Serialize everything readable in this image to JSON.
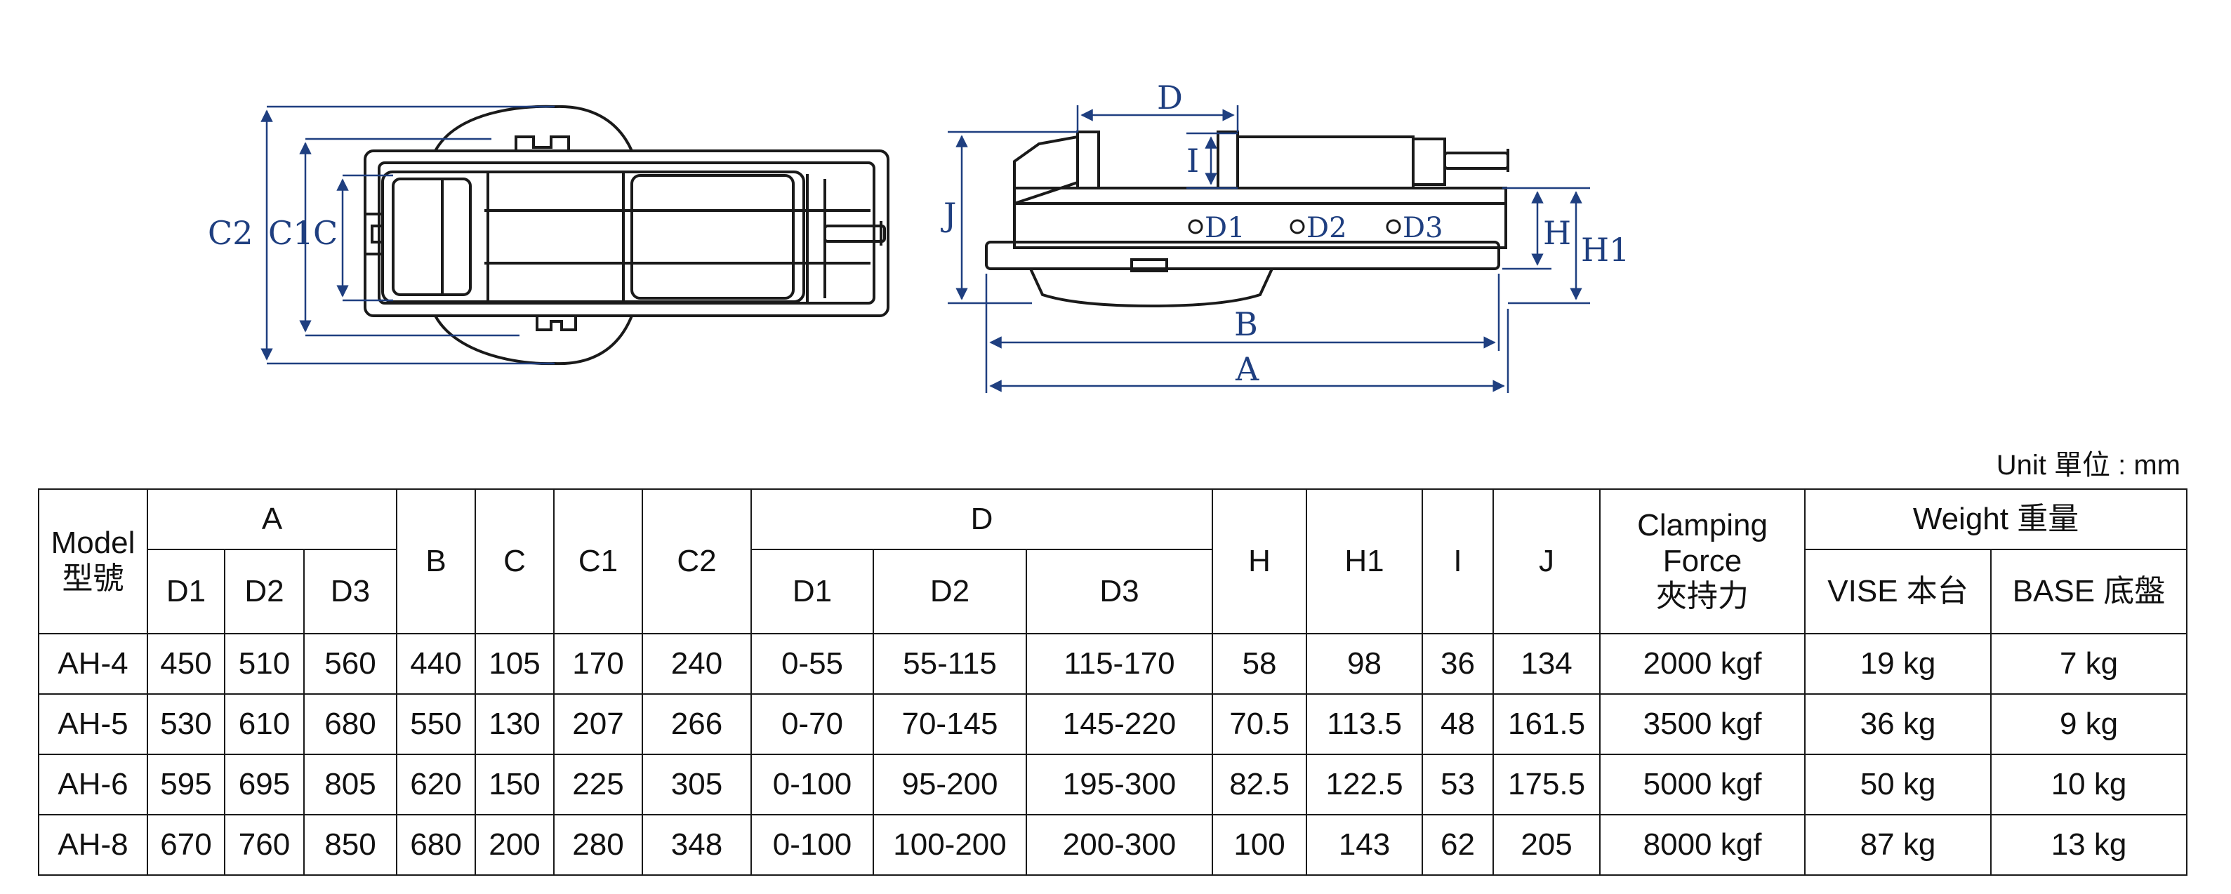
{
  "drawing": {
    "top_view_labels": {
      "c2": "C2",
      "c1": "C1",
      "c": "C"
    },
    "side_view_labels": {
      "d": "D",
      "i": "I",
      "j": "J",
      "d1": "D1",
      "d2": "D2",
      "d3": "D3",
      "h": "H",
      "h1": "H1",
      "b": "B",
      "a": "A"
    },
    "line_color": "#1f3f80"
  },
  "unit_label": "Unit 單位 : mm",
  "table": {
    "head": {
      "model": "Model",
      "model_zh": "型號",
      "a": "A",
      "a_d1": "D1",
      "a_d2": "D2",
      "a_d3": "D3",
      "b": "B",
      "c": "C",
      "c1": "C1",
      "c2": "C2",
      "d": "D",
      "d_d1": "D1",
      "d_d2": "D2",
      "d_d3": "D3",
      "h": "H",
      "h1": "H1",
      "i": "I",
      "j": "J",
      "clamping": "Clamping",
      "force": "Force",
      "clamping_zh": "夾持力",
      "weight": "Weight 重量",
      "vise": "VISE 本台",
      "base": "BASE 底盤"
    },
    "rows": [
      {
        "model": "AH-4",
        "a_d1": "450",
        "a_d2": "510",
        "a_d3": "560",
        "b": "440",
        "c": "105",
        "c1": "170",
        "c2": "240",
        "d_d1": "0-55",
        "d_d2": "55-115",
        "d_d3": "115-170",
        "h": "58",
        "h1": "98",
        "i": "36",
        "j": "134",
        "force": "2000 kgf",
        "vise": "19 kg",
        "base": "7 kg"
      },
      {
        "model": "AH-5",
        "a_d1": "530",
        "a_d2": "610",
        "a_d3": "680",
        "b": "550",
        "c": "130",
        "c1": "207",
        "c2": "266",
        "d_d1": "0-70",
        "d_d2": "70-145",
        "d_d3": "145-220",
        "h": "70.5",
        "h1": "113.5",
        "i": "48",
        "j": "161.5",
        "force": "3500 kgf",
        "vise": "36 kg",
        "base": "9 kg"
      },
      {
        "model": "AH-6",
        "a_d1": "595",
        "a_d2": "695",
        "a_d3": "805",
        "b": "620",
        "c": "150",
        "c1": "225",
        "c2": "305",
        "d_d1": "0-100",
        "d_d2": "95-200",
        "d_d3": "195-300",
        "h": "82.5",
        "h1": "122.5",
        "i": "53",
        "j": "175.5",
        "force": "5000 kgf",
        "vise": "50 kg",
        "base": "10 kg"
      },
      {
        "model": "AH-8",
        "a_d1": "670",
        "a_d2": "760",
        "a_d3": "850",
        "b": "680",
        "c": "200",
        "c1": "280",
        "c2": "348",
        "d_d1": "0-100",
        "d_d2": "100-200",
        "d_d3": "200-300",
        "h": "100",
        "h1": "143",
        "i": "62",
        "j": "205",
        "force": "8000 kgf",
        "vise": "87 kg",
        "base": "13 kg"
      }
    ]
  }
}
